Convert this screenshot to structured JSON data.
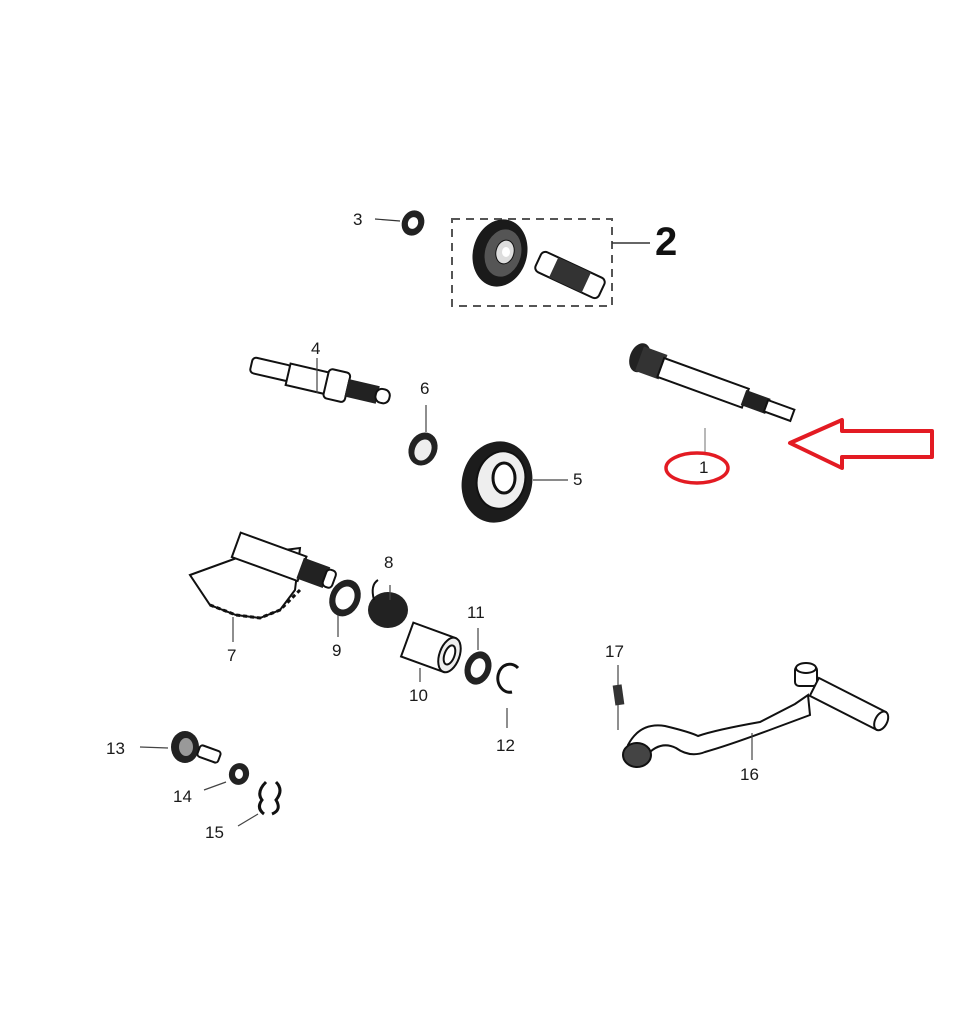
{
  "diagram": {
    "type": "exploded-parts-diagram",
    "subject": "kick starter assembly",
    "parts": [
      {
        "id": "1",
        "label": "1",
        "name": "kick starter spindle / shaft",
        "highlighted": true
      },
      {
        "id": "2",
        "label": "2",
        "name": "gear set (group)",
        "group": true
      },
      {
        "id": "3",
        "label": "3",
        "name": "washer"
      },
      {
        "id": "4",
        "label": "4",
        "name": "splined shaft"
      },
      {
        "id": "5",
        "label": "5",
        "name": "gear"
      },
      {
        "id": "6",
        "label": "6",
        "name": "washer / bushing"
      },
      {
        "id": "7",
        "label": "7",
        "name": "kick starter spindle with sector gear"
      },
      {
        "id": "8",
        "label": "8",
        "name": "return spring"
      },
      {
        "id": "9",
        "label": "9",
        "name": "washer"
      },
      {
        "id": "10",
        "label": "10",
        "name": "collar / bushing"
      },
      {
        "id": "11",
        "label": "11",
        "name": "washer"
      },
      {
        "id": "12",
        "label": "12",
        "name": "circlip"
      },
      {
        "id": "13",
        "label": "13",
        "name": "ratchet / pinion"
      },
      {
        "id": "14",
        "label": "14",
        "name": "washer"
      },
      {
        "id": "15",
        "label": "15",
        "name": "clip / spring"
      },
      {
        "id": "16",
        "label": "16",
        "name": "kick starter lever"
      },
      {
        "id": "17",
        "label": "17",
        "name": "bolt"
      }
    ],
    "annotations": {
      "highlight_color": "#e31b23",
      "circle_around_label": "1",
      "arrow_points_to": "1"
    }
  }
}
